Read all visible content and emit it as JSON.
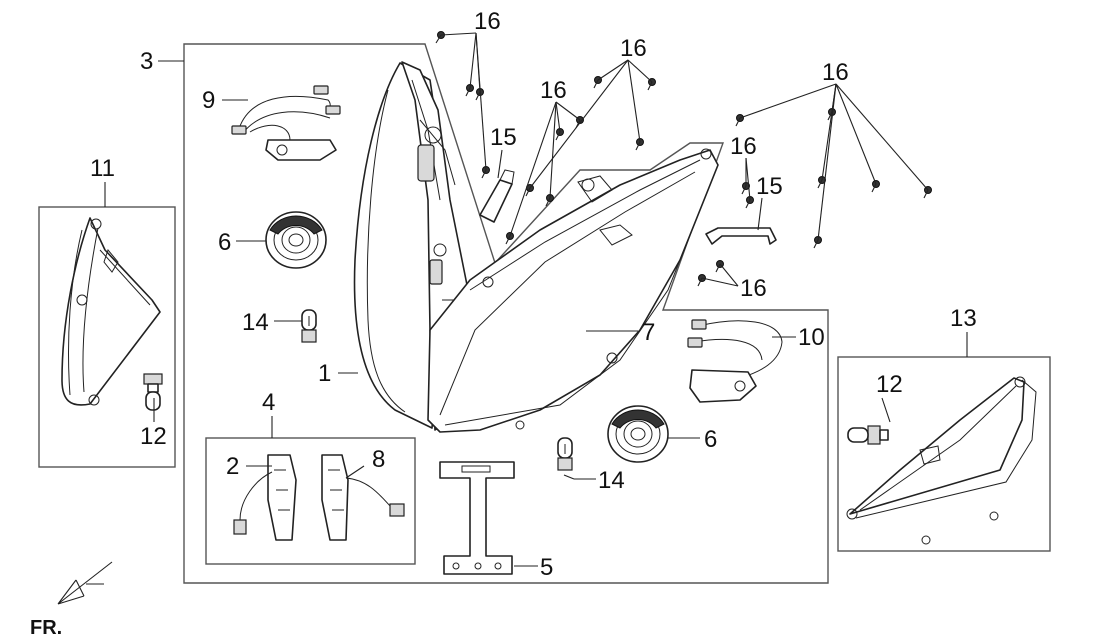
{
  "callouts": {
    "c1": "1",
    "c2": "2",
    "c3": "3",
    "c4": "4",
    "c5": "5",
    "c6a": "6",
    "c6b": "6",
    "c7": "7",
    "c8": "8",
    "c9": "9",
    "c10": "10",
    "c11": "11",
    "c12a": "12",
    "c12b": "12",
    "c13": "13",
    "c14a": "14",
    "c14b": "14",
    "c15a": "15",
    "c15b": "15",
    "c16a": "16",
    "c16b": "16",
    "c16c": "16",
    "c16d": "16",
    "c16e": "16",
    "c16f": "16"
  },
  "orientation": {
    "label": "FR."
  },
  "colors": {
    "line": "#222222",
    "frame": "#555555",
    "background": "#ffffff"
  }
}
